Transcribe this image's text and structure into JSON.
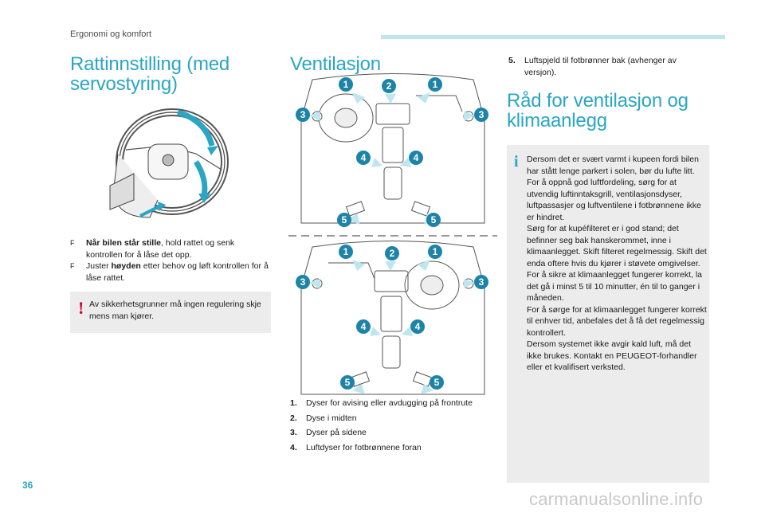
{
  "header": {
    "section": "Ergonomi og komfort"
  },
  "left": {
    "title": "Rattinnstilling (med servostyring)",
    "bullets": [
      {
        "mark": "F",
        "bold": "Når bilen står stille",
        "rest": ", hold rattet og senk kontrollen for å låse det opp."
      },
      {
        "mark": "F",
        "pre": "Juster ",
        "bold": "høyden",
        "rest": " etter behov og løft kontrollen for å låse rattet."
      }
    ],
    "warning_icon": "exclamation-icon",
    "warning": "Av sikkerhetsgrunner må ingen regulering skje mens man kjører."
  },
  "middle": {
    "title": "Ventilasjon",
    "badges_top": [
      "1",
      "2",
      "1",
      "3",
      "3",
      "4",
      "4",
      "5",
      "5"
    ],
    "list": [
      {
        "num": "1.",
        "text": "Dyser for avising eller avdugging på frontrute"
      },
      {
        "num": "2.",
        "text": "Dyse i midten"
      },
      {
        "num": "3.",
        "text": "Dyser på sidene"
      },
      {
        "num": "4.",
        "text": "Luftdyser for fotbrønnene foran"
      }
    ]
  },
  "right": {
    "item5": {
      "num": "5.",
      "text": "Luftspjeld til fotbrønner bak (avhenger av versjon)."
    },
    "title": "Råd for ventilasjon og klimaanlegg",
    "info_icon": "info-icon",
    "info_text": "Dersom det er svært varmt i kupeen fordi bilen har stått lenge parkert i solen, bør du lufte litt.\nFor å oppnå god luftfordeling, sørg for at utvendig luftinntaksgrill, ventilasjonsdyser, luftpassasjer og luftventilene i fotbrønnene ikke er hindret.\nSørg for at kupéfilteret er i god stand; det befinner seg bak hanskerommet, inne i klimaanlegget. Skift filteret regelmessig. Skift det enda oftere hvis du kjører i støvete omgivelser.\nFor å sikre at klimaanlegget fungerer korrekt, la det gå i minst 5 til 10 minutter, én til to ganger i måneden.\nFor å sørge for at klimaanlegget fungerer korrekt til enhver tid, anbefales det å få det regelmessig kontrollert.\nDersom systemet ikke avgir kald luft, må det ikke brukes. Kontakt en PEUGEOT-forhandler eller et kvalifisert verksted."
  },
  "footer": {
    "page_number": "36",
    "watermark": "carmanualsonline.info"
  },
  "colors": {
    "accent": "#2aa6c4",
    "badge": "#1d84a8",
    "warning": "#d4002a",
    "note_bg": "#ececec"
  }
}
